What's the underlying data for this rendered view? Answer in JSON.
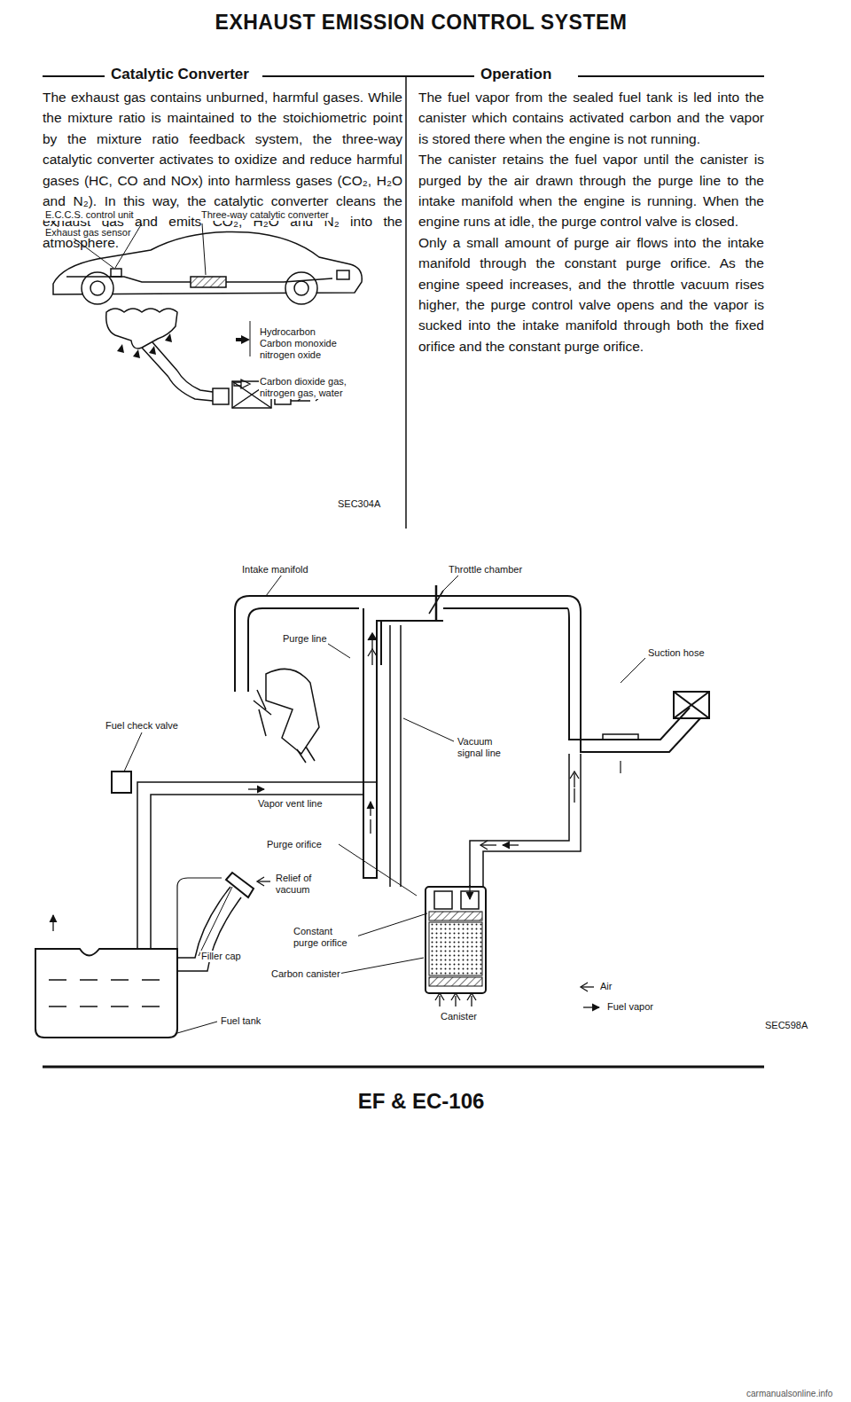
{
  "diagram": {
    "title": "EXHAUST EMISSION CONTROL SYSTEM",
    "labels": [
      "Catalytic Converter",
      "Operation",
      "The exhaust gas contains unburned, harmful gases. While the mixture ratio is maintained to the stoichiometric point by the mixture ratio feedback system, the three-way catalytic converter activates to oxidize and reduce harmful gases (HC, CO and NOx) into harmless gases (CO₂, H₂O and N₂). In this way, the catalytic converter cleans the exhaust gas and emits CO₂, H₂O and N₂ into the atmosphere.",
      "The fuel vapor from the sealed fuel tank is led into the canister which contains activated carbon and the vapor is stored there when the engine is not running.",
      "The canister retains the fuel vapor until the canister is purged by the air drawn through the purge line to the intake manifold when the engine is running. When the engine runs at idle, the purge control valve is closed.",
      "Only a small amount of purge air flows into the intake manifold through the constant purge orifice. As the engine speed increases, and the throttle vacuum rises higher, the purge control valve opens and the vapor is sucked into the intake manifold through both the fixed orifice and the constant purge orifice.",
      "E.C.C.S. control unit",
      "Three-way catalytic converter",
      "Exhaust gas sensor",
      "Hydrocarbon",
      "Carbon monoxide",
      "nitrogen oxide",
      "Carbon dioxide gas,",
      "nitrogen gas, water",
      "SEC304A",
      "Intake manifold",
      "Throttle chamber",
      "Suction hose",
      "Purge line",
      "Fuel check valve",
      "Vacuum signal line",
      "Vapor vent line",
      "Purge orifice",
      "Relief of vacuum",
      "Constant purge orifice",
      "Filler cap",
      "Carbon canister",
      "Fuel tank",
      "Canister",
      "SEC598A",
      "EF & EC-106",
      "carmanualsonline.info"
    ],
    "legend": [
      {
        "text": "Air"
      },
      {
        "text": "Fuel vapor"
      }
    ]
  }
}
